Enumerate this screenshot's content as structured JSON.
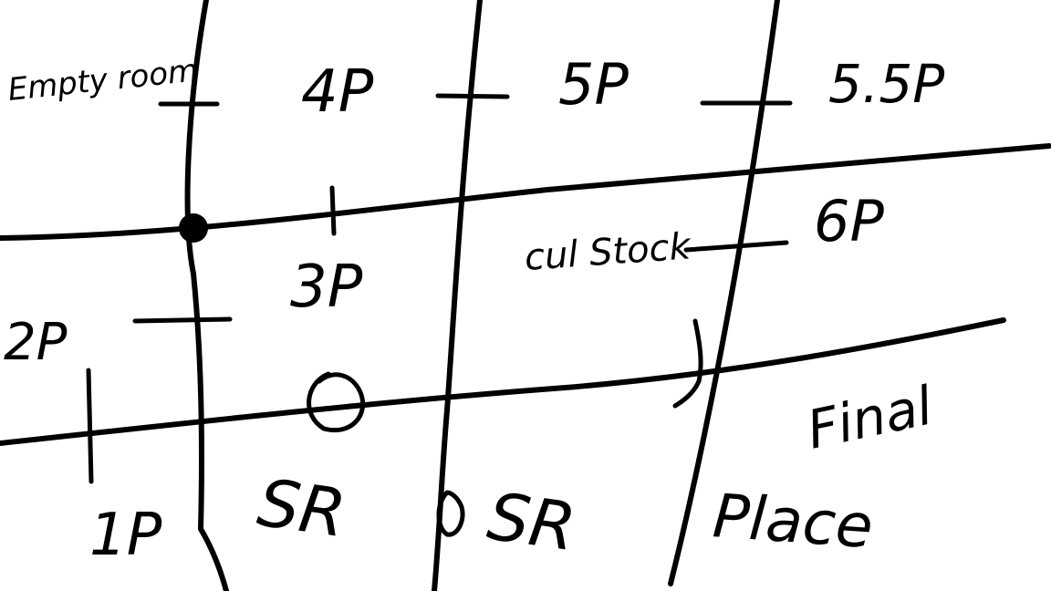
{
  "diagram": {
    "ink_color": "#000000",
    "background_color": "#ffffff",
    "labels": {
      "empty_room": "Empty room",
      "p4": "4P",
      "p5": "5P",
      "p55": "5.5P",
      "p6": "6P",
      "p3": "3P",
      "cul_stock": "cul Stock",
      "p2": "2P",
      "p1": "1P",
      "final": "Final",
      "place": "Place",
      "sr_1": "SR",
      "sr_2": "SR"
    }
  }
}
